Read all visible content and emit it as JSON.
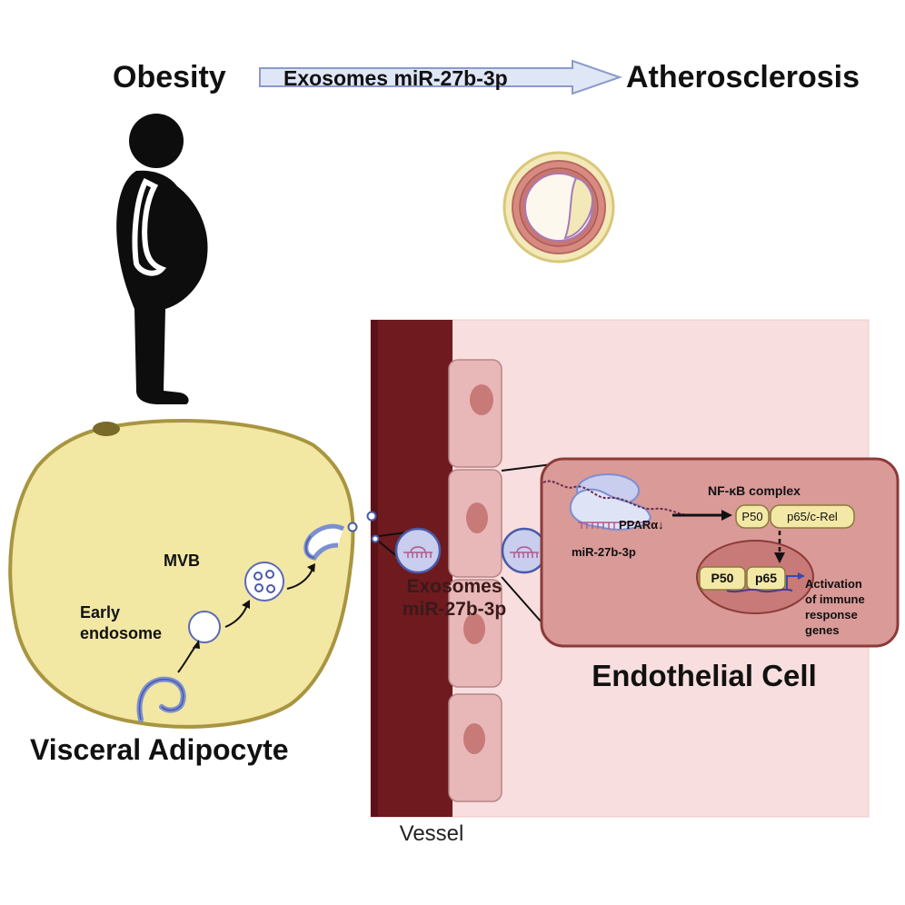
{
  "header": {
    "left": "Obesity",
    "arrow_label": "Exosomes  miR-27b-3p",
    "right": "Atherosclerosis"
  },
  "adipocyte": {
    "title": "Visceral Adipocyte",
    "mvb": "MVB",
    "early_endosome_line1": "Early",
    "early_endosome_line2": "endosome"
  },
  "vessel": {
    "label": "Vessel",
    "exosomes_line1": "Exosomes",
    "exosomes_line2": "miR-27b-3p"
  },
  "endothelial": {
    "title": "Endothelial Cell",
    "nfkb_complex": "NF-κB complex",
    "ppara": "PPARα↓",
    "mirna": "miR-27b-3p",
    "p50": "P50",
    "p65_crel": "p65/c-Rel",
    "p50_nuc": "P50",
    "p65_nuc": "p65",
    "activation_lines": [
      "Activation",
      "of immune",
      "response",
      "genes"
    ]
  },
  "colors": {
    "adipocyte_fill": "#f2e7a3",
    "adipocyte_stroke": "#a8953f",
    "vessel_dark": "#6e1a1f",
    "endothelium": "#e8b8b8",
    "lumen": "#f8dede",
    "cell_fill": "#d99a98",
    "nucleus_fill": "#c87a78",
    "vesicle_blue": "#4a5aa8",
    "protein_yellow": "#f3e8a6"
  }
}
